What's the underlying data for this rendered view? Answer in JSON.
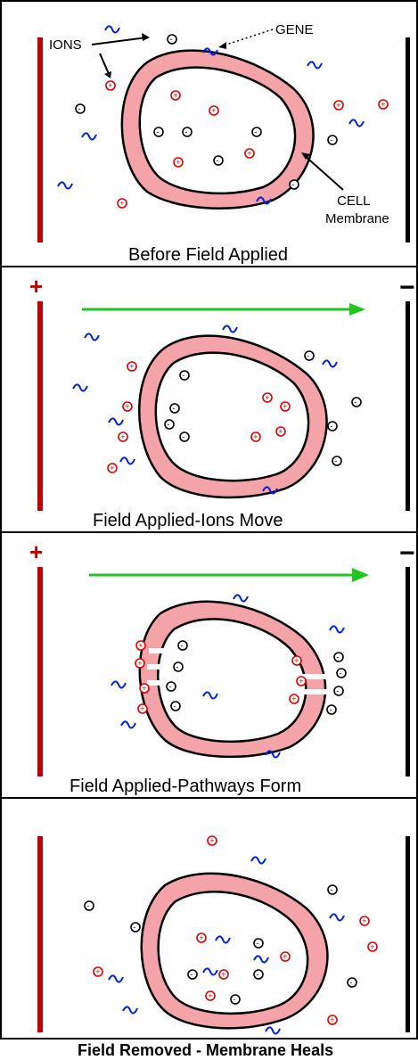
{
  "panels": [
    {
      "caption": "Before Field Applied",
      "plus_sign": "",
      "minus_sign": ""
    },
    {
      "caption": "Field Applied-Ions Move",
      "plus_sign": "+",
      "minus_sign": "−"
    },
    {
      "caption": "Field Applied-Pathways Form",
      "plus_sign": "+",
      "minus_sign": "−"
    },
    {
      "caption": "Field Removed - Membrane Heals",
      "plus_sign": "",
      "minus_sign": ""
    }
  ],
  "labels": {
    "ions": "IONS",
    "gene": "GENE",
    "cell": "CELL",
    "membrane": "Membrane"
  },
  "colors": {
    "positive_ion": "#e00000",
    "negative_ion": "#000000",
    "gene": "#0022dd",
    "membrane": "#f4a3a8",
    "field_arrow": "#1ec81e",
    "positive_electrode": "#c00000"
  }
}
